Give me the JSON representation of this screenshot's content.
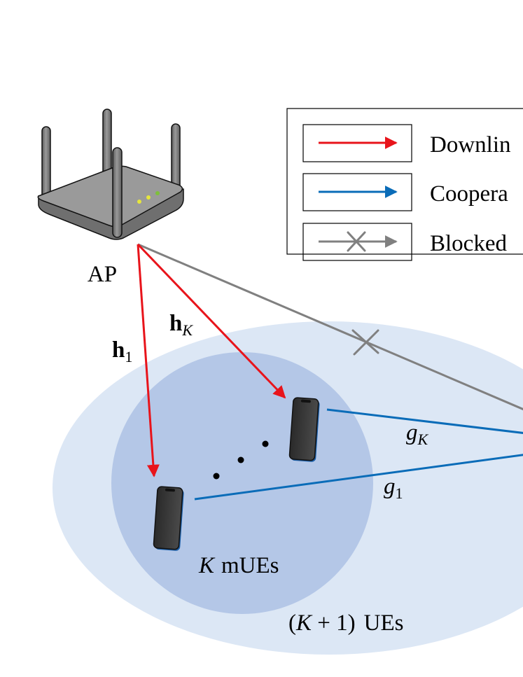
{
  "ap": {
    "label": "AP"
  },
  "legend": {
    "items": [
      {
        "label": "Downlin",
        "color": "#e8141b",
        "style": "arrow"
      },
      {
        "label": "Coopera",
        "color": "#0a6cb8",
        "style": "arrow"
      },
      {
        "label": "Blocked",
        "color": "#808080",
        "style": "blocked-arrow"
      }
    ]
  },
  "channels": {
    "h1": {
      "bold": "h",
      "sub": "1"
    },
    "hK": {
      "bold": "h",
      "sub": "K"
    },
    "g1": {
      "main": "g",
      "sub": "1"
    },
    "gK": {
      "main": "g",
      "sub": "K"
    }
  },
  "groups": {
    "mues": {
      "var": "K",
      "text": "mUEs"
    },
    "ues": {
      "open": "(",
      "var": "K",
      "mid": " + 1)",
      "text": "UEs"
    }
  },
  "colors": {
    "outer_region": "#dce7f5",
    "inner_region": "#b4c7e7",
    "downlink": "#e8141b",
    "cooperation": "#0a6cb8",
    "blocked": "#808080"
  }
}
